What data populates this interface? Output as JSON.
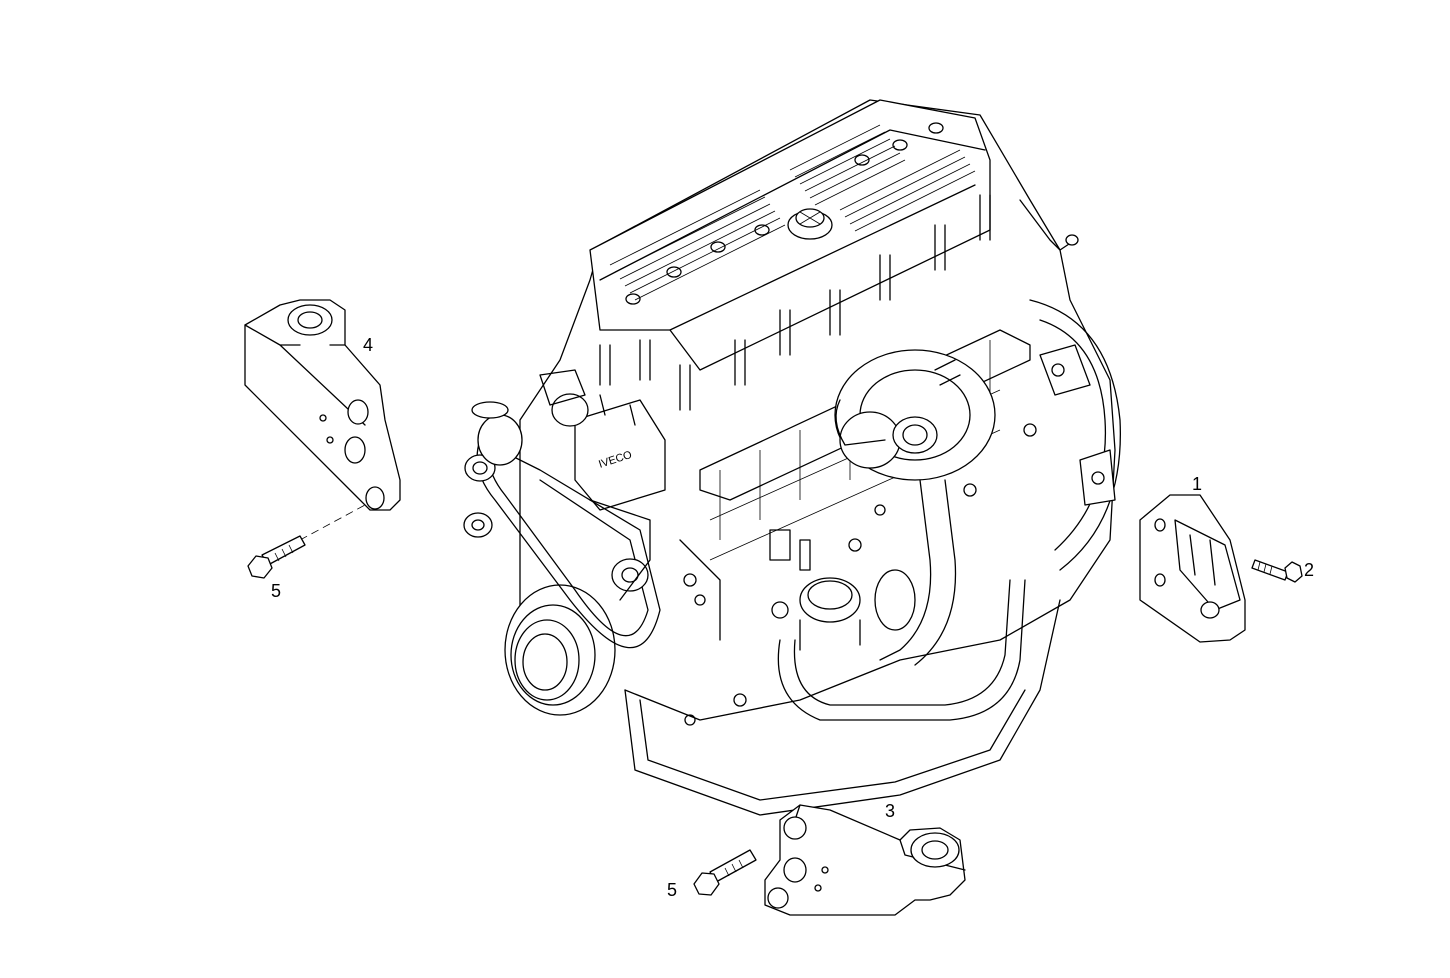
{
  "diagram": {
    "engine_logo": "IVECO",
    "callouts": [
      {
        "id": "c1",
        "label": "1"
      },
      {
        "id": "c2",
        "label": "2"
      },
      {
        "id": "c3",
        "label": "3"
      },
      {
        "id": "c4",
        "label": "4"
      },
      {
        "id": "c5a",
        "label": "5"
      },
      {
        "id": "c5b",
        "label": "5"
      }
    ]
  }
}
